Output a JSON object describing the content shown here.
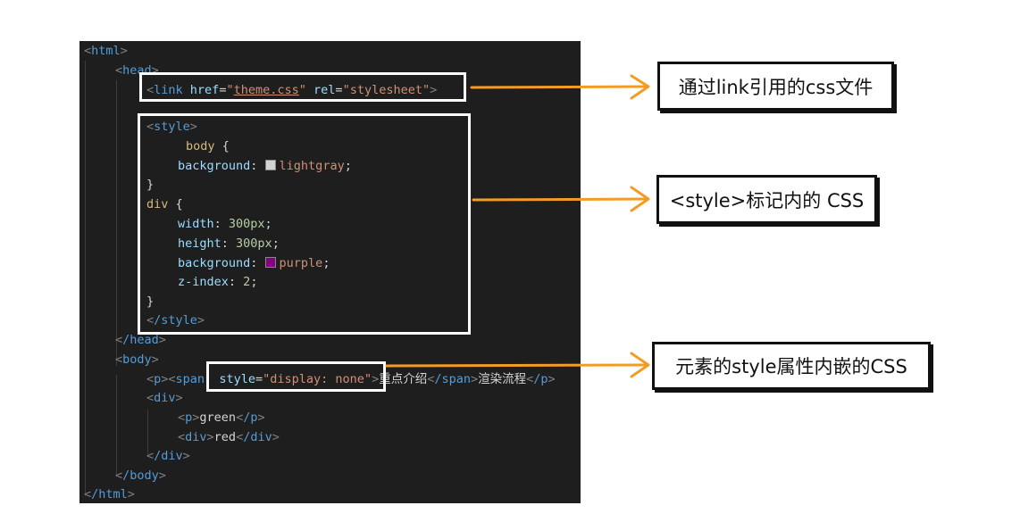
{
  "colors": {
    "editor_bg": "#1e1e1e",
    "arrow": "#f39c25",
    "highlight_box": "#ffffff"
  },
  "code": {
    "html_open": "html",
    "head_open": "head",
    "link_tag": "link",
    "link_href_attr": "href",
    "link_href_value": "theme.css",
    "link_rel_attr": "rel",
    "link_rel_value": "stylesheet",
    "style_open": "style",
    "body_selector": "body",
    "background_prop": "background",
    "lightgray": "lightgray",
    "close_brace": "}",
    "div_selector": "div",
    "width_prop": "width",
    "width_value": "300px",
    "height_prop": "height",
    "height_value": "300px",
    "purple": "purple",
    "zindex_prop": "z-index",
    "zindex_value": "2",
    "style_close": "/style",
    "head_close": "/head",
    "body_open": "body",
    "p_tag": "p",
    "span_tag": "span",
    "style_attr": "style",
    "style_attr_value": "display: none",
    "span_text": "重点介绍",
    "span_close": "/span",
    "p_text": "渲染流程",
    "p_close": "/p",
    "div_open": "div",
    "inner_p_text": "green",
    "inner_div_text": "red",
    "div_close": "/div",
    "body_close": "/body",
    "html_close": "/html"
  },
  "swatches": {
    "lightgray": "#d3d3d3",
    "purple": "#800080"
  },
  "callouts": {
    "link_css": "通过link引用的css文件",
    "style_css": "<style>标记内的 CSS",
    "inline_css": "元素的style属性内嵌的CSS"
  }
}
